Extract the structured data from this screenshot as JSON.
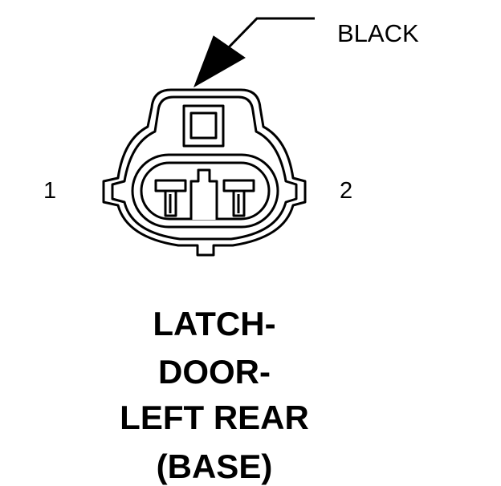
{
  "connector": {
    "wire_color": "BLACK",
    "pins": [
      "1",
      "2"
    ]
  },
  "title": {
    "lines": [
      "LATCH-",
      "DOOR-",
      "LEFT REAR",
      "(BASE)"
    ]
  },
  "colors": {
    "ink": "#000000",
    "background": "#ffffff"
  }
}
